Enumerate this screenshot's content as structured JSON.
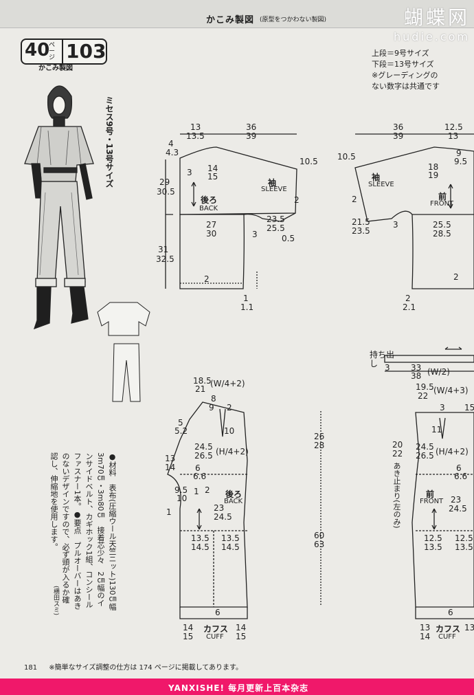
{
  "header": {
    "title": "かこみ製図",
    "subtitle": "(原型をつかわない製図)",
    "watermark_cn": "蝴蝶网",
    "watermark_en": "hudie.com"
  },
  "badge": {
    "page": "40",
    "unit": "ページ",
    "number": "103",
    "label": "かこみ製図"
  },
  "size_note": {
    "line1": "上段＝9号サイズ",
    "line2": "下段＝13号サイズ",
    "line3": "※グレーディングの",
    "line4": "ない数字は共通です"
  },
  "sizes_title": "ミセス9号・13号サイズ",
  "materials": "●材料　表布(圧縮ウール天竺ニット)130㎝幅3m70㎝・3m80㎝　接着芯少々　2㎝幅のインサイドベルト、カギホック1組、コンシールファスナー1本。●要点　プルオーバーはあきのないデザインですので、必ず頭が入るか確認し、伸縮地を使用します。",
  "credit": "(横田スミ)",
  "footnote": {
    "page_no": "181",
    "text": "※簡単なサイズ調整の仕方は 174 ページに掲載してあります。"
  },
  "bottom_banner": "YANXISHE! 每月更新上百本杂志",
  "labels": {
    "back_top1": "13",
    "back_top1b": "13.5",
    "back_top2": "36",
    "back_top2b": "39",
    "back_4": "4",
    "back_43": "4.3",
    "back_3": "3",
    "back_1415a": "14",
    "back_1415b": "15",
    "back_105": "10.5",
    "sleeve_jp": "袖",
    "sleeve_en": "SLEEVE",
    "back_jp": "後ろ",
    "back_en": "BACK",
    "back_29": "29",
    "back_305": "30.5",
    "back_2": "2",
    "back_27": "27",
    "back_30": "30",
    "back_235": "23.5",
    "back_255": "25.5",
    "back_05": "0.5",
    "back_31": "31",
    "back_325": "32.5",
    "back_3b": "3",
    "back_2b": "2",
    "back_1": "1",
    "back_11": "1.1",
    "front_36": "36",
    "front_39": "39",
    "front_125": "12.5",
    "front_13": "13",
    "front_105": "10.5",
    "front_18": "18",
    "front_19": "19",
    "front_9": "9",
    "front_95": "9.5",
    "front_jp": "前",
    "front_en": "FRONT",
    "front_215": "21.5",
    "front_235": "23.5",
    "front_255": "25.5",
    "front_285": "28.5",
    "front_3": "3",
    "front_2": "2",
    "front_2b": "2",
    "front_21": "2.1",
    "mochidashi": "持ち出し",
    "pf_3": "3",
    "pf_33": "33",
    "pf_38": "38",
    "pf_w2": "(W/2)",
    "pb_185": "18.5",
    "pb_21": "21",
    "pb_w4": "(W/4+2)",
    "pb_8": "8",
    "pb_9": "9",
    "pb_2": "2",
    "pb_5": "5",
    "pb_52": "5.2",
    "pb_10": "10",
    "pb_245": "24.5",
    "pb_265": "26.5",
    "pb_h4": "(H/4+2)",
    "pb_13": "13",
    "pb_14": "14",
    "pb_6": "6",
    "pb_66": "6.6",
    "pb_95": "9.5",
    "pb_10b": "10",
    "pb_1": "1",
    "pb_2b": "2",
    "pb_23": "23",
    "pb_245b": "24.5",
    "pb_back_jp": "後ろ",
    "pb_back_en": "BACK",
    "pb_135a": "13.5",
    "pb_145a": "14.5",
    "pb_135b": "13.5",
    "pb_145b": "14.5",
    "pb_6b": "6",
    "pb_14b": "14",
    "pb_15": "15",
    "pb_cuff_jp": "カフス",
    "pb_cuff_en": "CUFF",
    "pb_14c": "14",
    "pb_15b": "15",
    "len_26": "26",
    "len_28": "28",
    "len_60": "60",
    "len_63": "63",
    "pfr_195": "19.5",
    "pfr_22": "22",
    "pfr_w4": "(W/4+3)",
    "pfr_3": "3",
    "pfr_15": "15",
    "pfr_11": "11",
    "pfr_20": "20",
    "pfr_22b": "22",
    "pfr_akidomari": "あき止まり(左のみ)",
    "pfr_245": "24.5",
    "pfr_265": "26.5",
    "pfr_h4": "(H/4+2)",
    "pfr_6": "6",
    "pfr_66": "6.6",
    "pfr_front_jp": "前",
    "pfr_front_en": "FRONT",
    "pfr_23": "23",
    "pfr_245b": "24.5",
    "pfr_125": "12.5",
    "pfr_135": "13.5",
    "pfr_125b": "12.5",
    "pfr_135b": "13.5",
    "pfr_6b": "6",
    "pfr_13": "13",
    "pfr_14": "14",
    "pfr_cuff_jp": "カフス",
    "pfr_cuff_en": "CUFF",
    "pfr_13b": "13"
  },
  "colors": {
    "banner": "#f0186a",
    "paper": "#ecebe7",
    "ink": "#222222"
  }
}
